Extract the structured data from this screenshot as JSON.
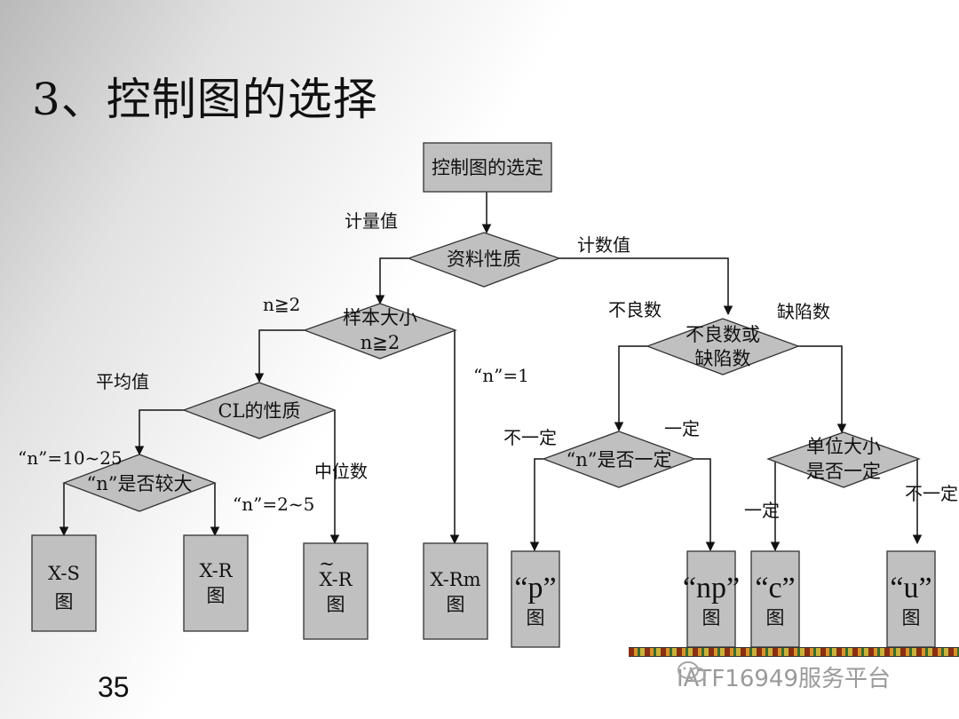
{
  "title": "3、控制图的选择",
  "page_number": "35",
  "watermark": "IATF16949服务平台",
  "nodes": {
    "start": "控制图的选定",
    "data_type": "资料性质",
    "sample_size_1": "样本大小",
    "sample_size_2": "n≧2",
    "cl_nature": "CL的性质",
    "n_large": "“n”是否较大",
    "defect_type_1": "不良数或",
    "defect_type_2": "缺陷数",
    "n_fixed": "“n”是否一定",
    "unit_size_1": "单位大小",
    "unit_size_2": "是否一定"
  },
  "charts": {
    "xs_1": "X-S",
    "xs_2": "图",
    "xr_1": "X-R",
    "xr_2": "图",
    "mxr_tilde": "~",
    "mxr_1": "X-R",
    "mxr_2": "图",
    "xrm_1": "X-Rm",
    "xrm_2": "图",
    "p_1": "“p”",
    "p_2": "图",
    "np_1": "“np”",
    "np_2": "图",
    "c_1": "“c”",
    "c_2": "图",
    "u_1": "“u”",
    "u_2": "图"
  },
  "edge_labels": {
    "variable": "计量值",
    "attribute": "计数值",
    "n_ge2": "n≧2",
    "n_eq1": "“n”=1",
    "mean": "平均值",
    "median": "中位数",
    "n_10_25": "“n”=10~25",
    "n_2_5": "“n”=2~5",
    "defective": "不良数",
    "defects": "缺陷数",
    "not_fixed_left": "不一定",
    "fixed_left": "一定",
    "fixed_right": "一定",
    "not_fixed_right": "不一定"
  }
}
